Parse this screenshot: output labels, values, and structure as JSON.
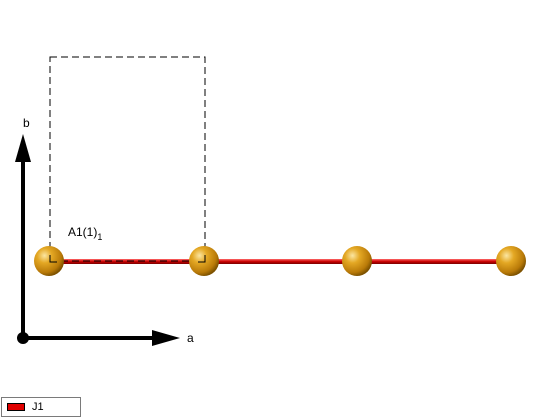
{
  "colors": {
    "bond": "#cc0000",
    "atom": "#d4930e",
    "atom_highlight": "#f6d774",
    "atom_shadow": "#8a5a00",
    "cell": "#000000",
    "axis": "#000000",
    "legend_swatch": "#e00000"
  },
  "axes": {
    "a_label": "a",
    "b_label": "b"
  },
  "atoms": {
    "label_main": "A1(1)",
    "label_sub": "1",
    "count": 4
  },
  "legend": {
    "items": [
      {
        "label": "J1",
        "color": "#e00000"
      }
    ]
  }
}
